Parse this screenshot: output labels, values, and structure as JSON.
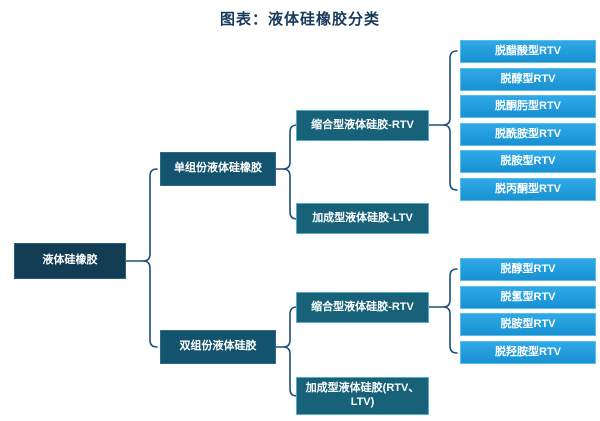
{
  "title": "图表：液体硅橡胶分类",
  "colors": {
    "title_text": "#173a5c",
    "root_fill": "#123d55",
    "branch_fill": "#14536d",
    "type_fill": "#176179",
    "type_border": "#57abcd",
    "leaf_fill": "#1e9fdd",
    "leaf_border": "#5cbdea",
    "connector_line": "#1f4e79",
    "node_text": "#ffffff"
  },
  "tree": {
    "root": {
      "label": "液体硅橡胶"
    },
    "branches": [
      {
        "label": "单组份液体硅橡胶",
        "children": [
          {
            "label": "缩合型液体硅胶-RTV",
            "children": [
              "脱醋酸型RTV",
              "脱醇型RTV",
              "脱酮肟型RTV",
              "脱酰胺型RTV",
              "脱胺型RTV",
              "脱丙酮型RTV"
            ]
          },
          {
            "label": "加成型液体硅胶-LTV",
            "children": []
          }
        ]
      },
      {
        "label": "双组份液体硅胶",
        "children": [
          {
            "label": "缩合型液体硅胶-RTV",
            "children": [
              "脱醇型RTV",
              "脱氢型RTV",
              "脱胺型RTV",
              "脱羟胺型RTV"
            ]
          },
          {
            "label": "加成型液体硅胶(RTV、LTV)",
            "children": []
          }
        ]
      }
    ]
  }
}
